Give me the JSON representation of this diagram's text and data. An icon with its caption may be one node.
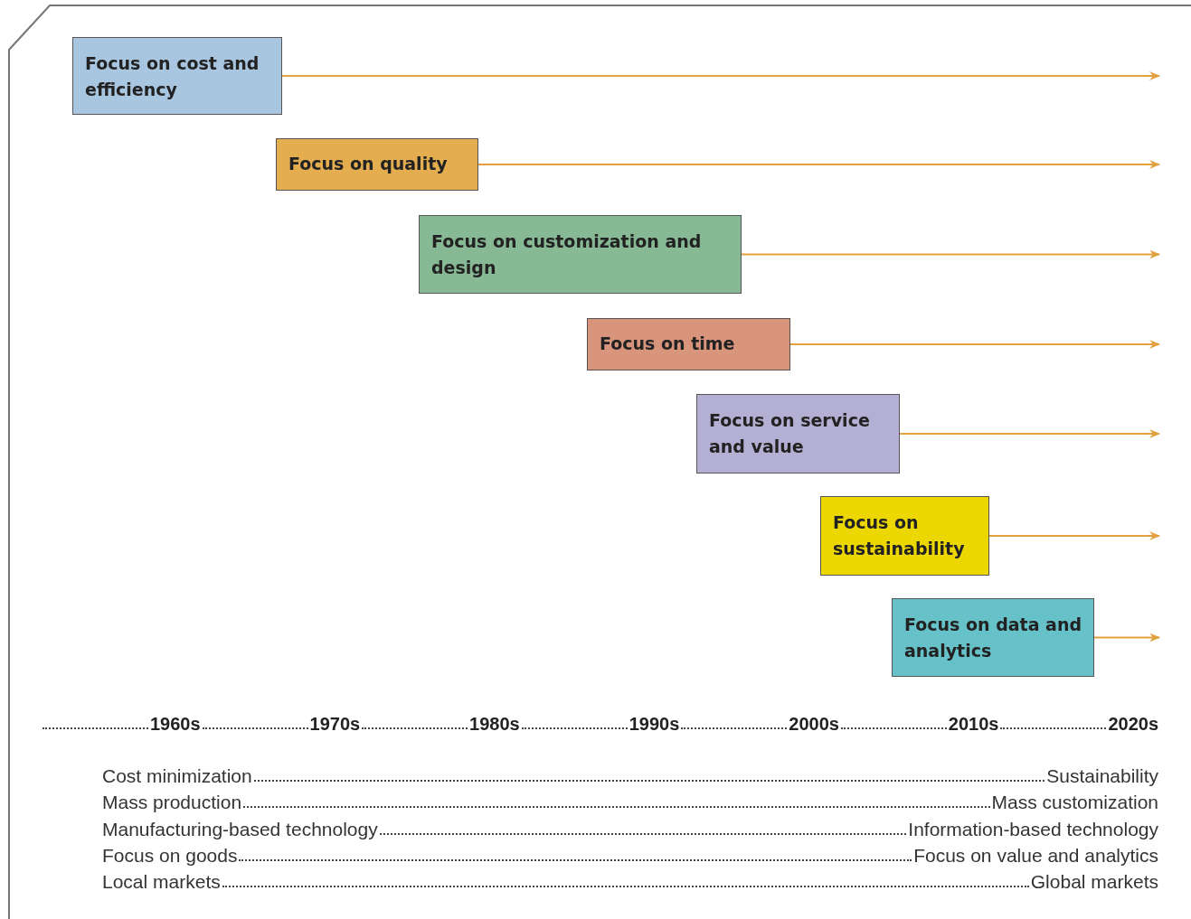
{
  "diagram": {
    "nodes": [
      {
        "text": [
          "Focus on cost and efficiency"
        ]
      },
      {
        "text": [
          "Focus on quality"
        ]
      },
      {
        "text": [
          "Focus on customization and design"
        ]
      },
      {
        "text": [
          "Focus on time"
        ]
      },
      {
        "text": [
          "Focus on service and value"
        ]
      },
      {
        "text": [
          "Focus on sustainability"
        ]
      },
      {
        "text": [
          "Focus on data and analytics"
        ]
      }
    ],
    "edges": [
      {
        "from": 0,
        "to": null,
        "arrow": "to"
      },
      {
        "from": 1,
        "to": null,
        "arrow": "to"
      },
      {
        "from": 2,
        "to": null,
        "arrow": "to"
      },
      {
        "from": 3,
        "to": null,
        "arrow": "to"
      },
      {
        "from": 4,
        "to": null,
        "arrow": "to"
      },
      {
        "from": 5,
        "to": null,
        "arrow": "to"
      },
      {
        "from": 6,
        "to": null,
        "arrow": "to"
      }
    ],
    "labels": [
      "1960s",
      "1970s",
      "1980s",
      "1990s",
      "2000s",
      "2010s",
      "2020s",
      "Cost minimization",
      "Sustainability",
      "Mass production",
      "Mass customization",
      "Manufacturing-based technology",
      "Information-based technology",
      "Focus on goods",
      "Focus on value and analytics",
      "Local markets",
      "Global markets"
    ]
  }
}
